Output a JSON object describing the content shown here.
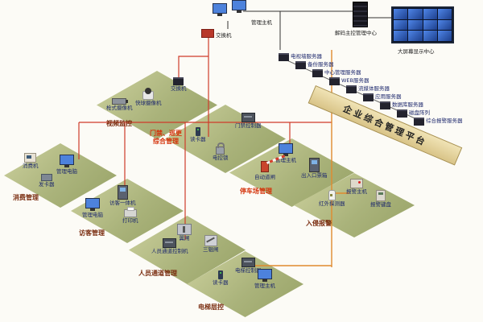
{
  "banner": {
    "label": "企业综合管理平台"
  },
  "top": {
    "mgmt_label": "管理主机",
    "switch_label": "交换机",
    "decoder_label": "解码主控管理中心",
    "videowall_label": "大屏幕显示中心"
  },
  "servers": [
    {
      "label": "电视墙服务器"
    },
    {
      "label": "备份服务器"
    },
    {
      "label": "中心管理服务器"
    },
    {
      "label": "WEB服务器"
    },
    {
      "label": "流媒体服务器"
    },
    {
      "label": "应用服务器"
    },
    {
      "label": "数据库服务器"
    },
    {
      "label": "磁盘阵列"
    },
    {
      "label": "综合报警服务器"
    }
  ],
  "platforms": [
    {
      "label": "视频监控",
      "devices": [
        {
          "label": "交换机"
        },
        {
          "label": "快球摄像机"
        },
        {
          "label": "枪式摄像机"
        }
      ]
    },
    {
      "label": "门禁、巡更",
      "label2": "综合管理",
      "devices": [
        {
          "label": "门禁控制器"
        },
        {
          "label": "读卡器"
        },
        {
          "label": "电控锁"
        }
      ]
    },
    {
      "label": "停车场管理",
      "devices": [
        {
          "label": "管理主机"
        },
        {
          "label": "自动道闸"
        },
        {
          "label": "出入口票箱"
        }
      ]
    },
    {
      "label": "入侵报警",
      "devices": [
        {
          "label": "报警主机"
        },
        {
          "label": "红外探测器"
        },
        {
          "label": "报警键盘"
        }
      ]
    },
    {
      "label": "消费管理",
      "devices": [
        {
          "label": "消费机"
        },
        {
          "label": "管理电脑"
        },
        {
          "label": "发卡器"
        }
      ]
    },
    {
      "label": "访客管理",
      "devices": [
        {
          "label": "访客一体机"
        },
        {
          "label": "管理电脑"
        },
        {
          "label": "打印机"
        }
      ]
    },
    {
      "label": "人员通道管理",
      "devices": [
        {
          "label": "翼闸"
        },
        {
          "label": "三辊闸"
        },
        {
          "label": "人员通道控制机"
        }
      ]
    },
    {
      "label": "电梯层控",
      "devices": [
        {
          "label": "电梯控制器"
        },
        {
          "label": "读卡器"
        },
        {
          "label": "管理主机"
        }
      ]
    }
  ]
}
